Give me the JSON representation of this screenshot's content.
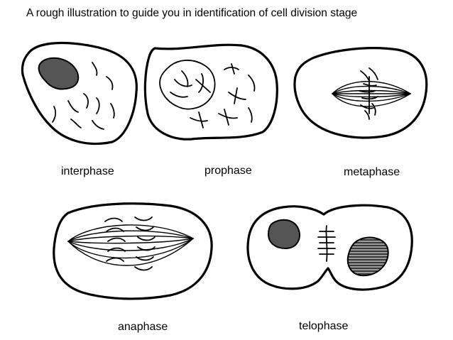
{
  "title": "A rough illustration to guide you in identification of cell division stage",
  "stages": {
    "interphase": "interphase",
    "prophase": "prophase",
    "metaphase": "metaphase",
    "anaphase": "anaphase",
    "telophase": "telophase"
  },
  "colors": {
    "nucleus_fill": "#555555",
    "nucleus_hatched_fill": "#6a6a6a",
    "outline": "#000000"
  }
}
